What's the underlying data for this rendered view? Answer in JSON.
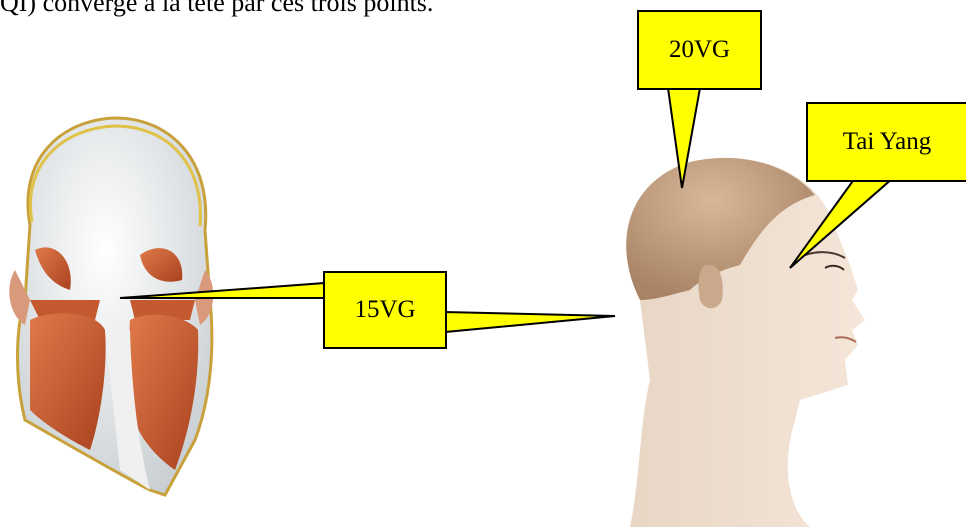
{
  "caption": "QI) converge à la tête par ces trois points.",
  "callouts": {
    "vg20": "20VG",
    "taiyang": "Tai Yang",
    "vg15": "15VG"
  }
}
